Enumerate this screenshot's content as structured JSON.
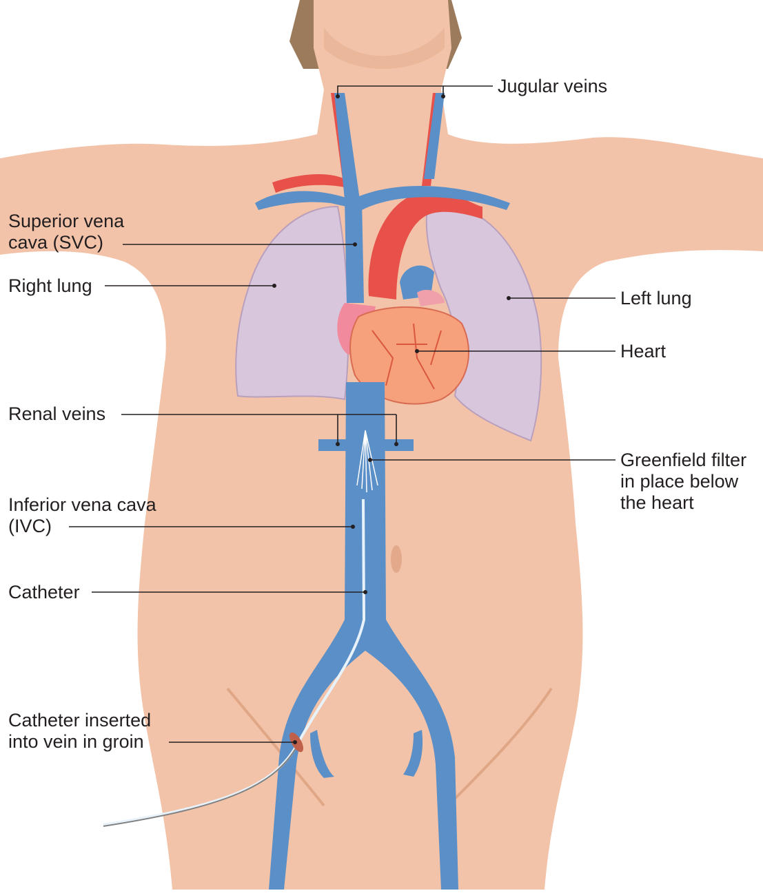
{
  "labels": {
    "jugular_veins": "Jugular veins",
    "svc_line1": "Superior vena",
    "svc_line2": "cava (SVC)",
    "right_lung": "Right lung",
    "left_lung": "Left lung",
    "heart": "Heart",
    "renal_veins": "Renal veins",
    "filter_line1": "Greenfield filter",
    "filter_line2": "in place below",
    "filter_line3": "the heart",
    "ivc_line1": "Inferior vena cava",
    "ivc_line2": "(IVC)",
    "catheter": "Catheter",
    "groin_line1": "Catheter inserted",
    "groin_line2": "into vein in groin"
  },
  "colors": {
    "skin": "#f2c3a8",
    "skin_shade": "#e8b294",
    "hair": "#9c7b5c",
    "vein": "#5b8fc7",
    "artery": "#e8504a",
    "lung": "#d8c6dc",
    "heart": "#f6a07c",
    "leader": "#231f20"
  }
}
